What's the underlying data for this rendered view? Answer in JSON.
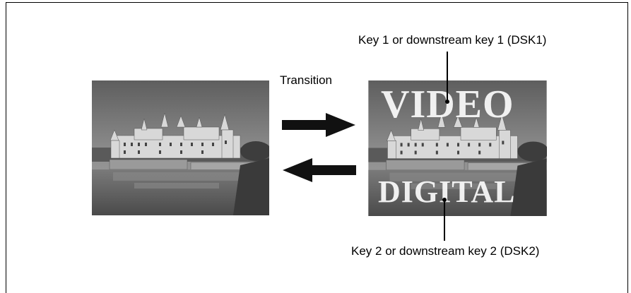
{
  "labels": {
    "transition": "Transition",
    "key1": "Key 1 or downstream key 1 (DSK1)",
    "key2": "Key 2 or downstream key 2 (DSK2)"
  },
  "keys": {
    "top_text": "VIDEO",
    "bottom_text": "DIGITAL"
  }
}
